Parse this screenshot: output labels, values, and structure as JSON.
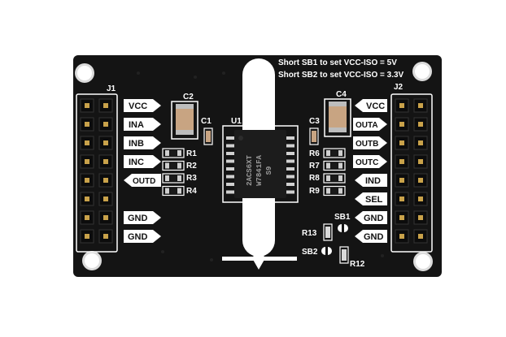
{
  "board": {
    "note_line1": "Short SB1 to set VCC-ISO = 5V",
    "note_line2": "Short SB2 to set VCC-ISO = 3.3V",
    "chip_line1": "2ACS6XT",
    "chip_line2": "W7841FA",
    "chip_line3": "S9"
  },
  "headers": {
    "left": "J1",
    "right": "J2"
  },
  "left_signals": [
    "VCC",
    "INA",
    "INB",
    "INC",
    "OUTD",
    "GND",
    "GND"
  ],
  "right_signals": [
    "VCC",
    "OUTA",
    "OUTB",
    "OUTC",
    "IND",
    "SEL",
    "GND",
    "GND"
  ],
  "components": {
    "c1": "C1",
    "c2": "C2",
    "c3": "C3",
    "c4": "C4",
    "u1": "U1",
    "r1": "R1",
    "r2": "R2",
    "r3": "R3",
    "r4": "R4",
    "r6": "R6",
    "r7": "R7",
    "r8": "R8",
    "r9": "R9",
    "r12": "R12",
    "r13": "R13",
    "sb1": "SB1",
    "sb2": "SB2"
  },
  "colors": {
    "pcb": "#141414",
    "silkscreen": "#ffffff",
    "header_gold": "#c9a24a"
  }
}
